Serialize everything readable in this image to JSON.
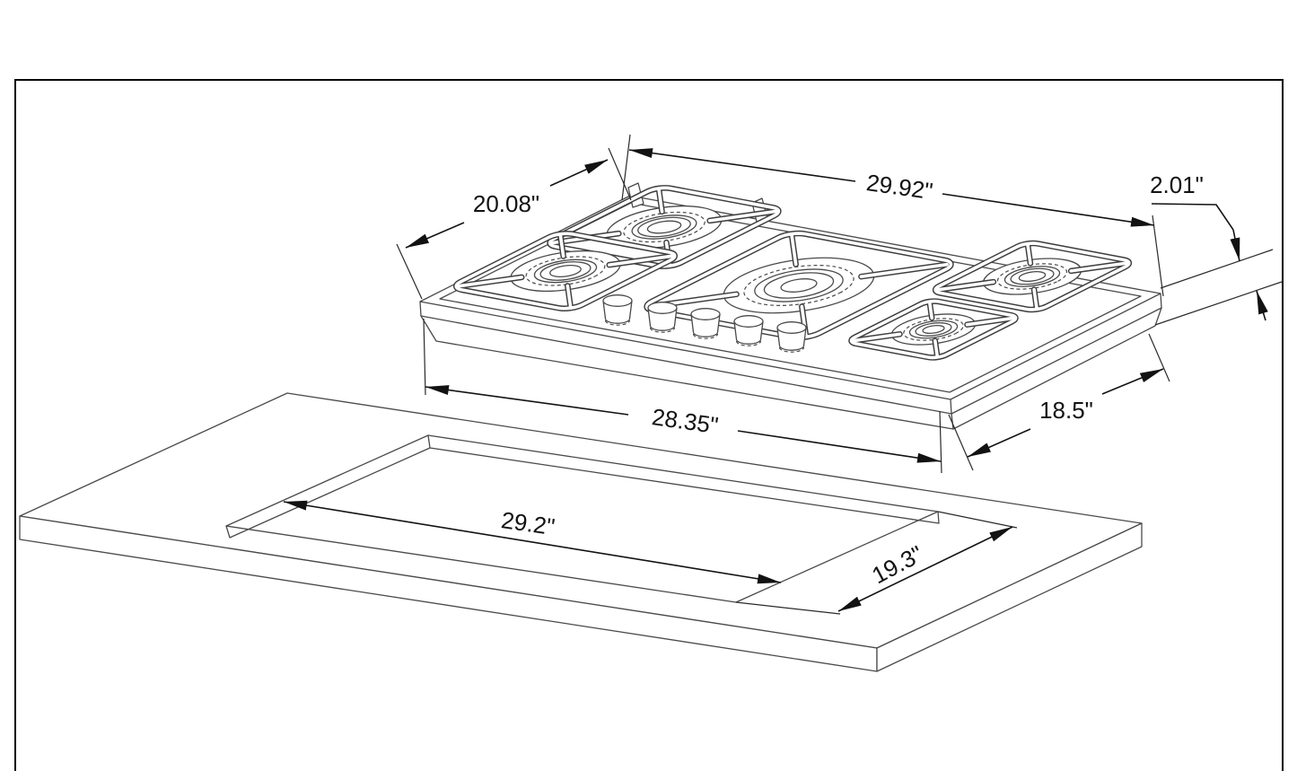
{
  "page": {
    "background": "#ffffff",
    "frame_color": "#000000",
    "line_color": "#4a4a4a",
    "dimension_color": "#121212"
  },
  "diagram": {
    "type": "isometric dimension drawing",
    "subject": "5-burner gas cooktop shown above a countertop with rectangular cutout",
    "components": {
      "burners": 5,
      "control_knobs": 5
    },
    "dimensions": {
      "cooktop_top_depth": {
        "label": "20.08\""
      },
      "cooktop_top_width": {
        "label": "29.92\""
      },
      "cooktop_lip_height": {
        "label": "2.01\""
      },
      "cooktop_body_width": {
        "label": "28.35\""
      },
      "cooktop_body_depth": {
        "label": "18.5\""
      },
      "cutout_width": {
        "label": "29.2\""
      },
      "cutout_depth": {
        "label": "19.3\""
      }
    }
  }
}
